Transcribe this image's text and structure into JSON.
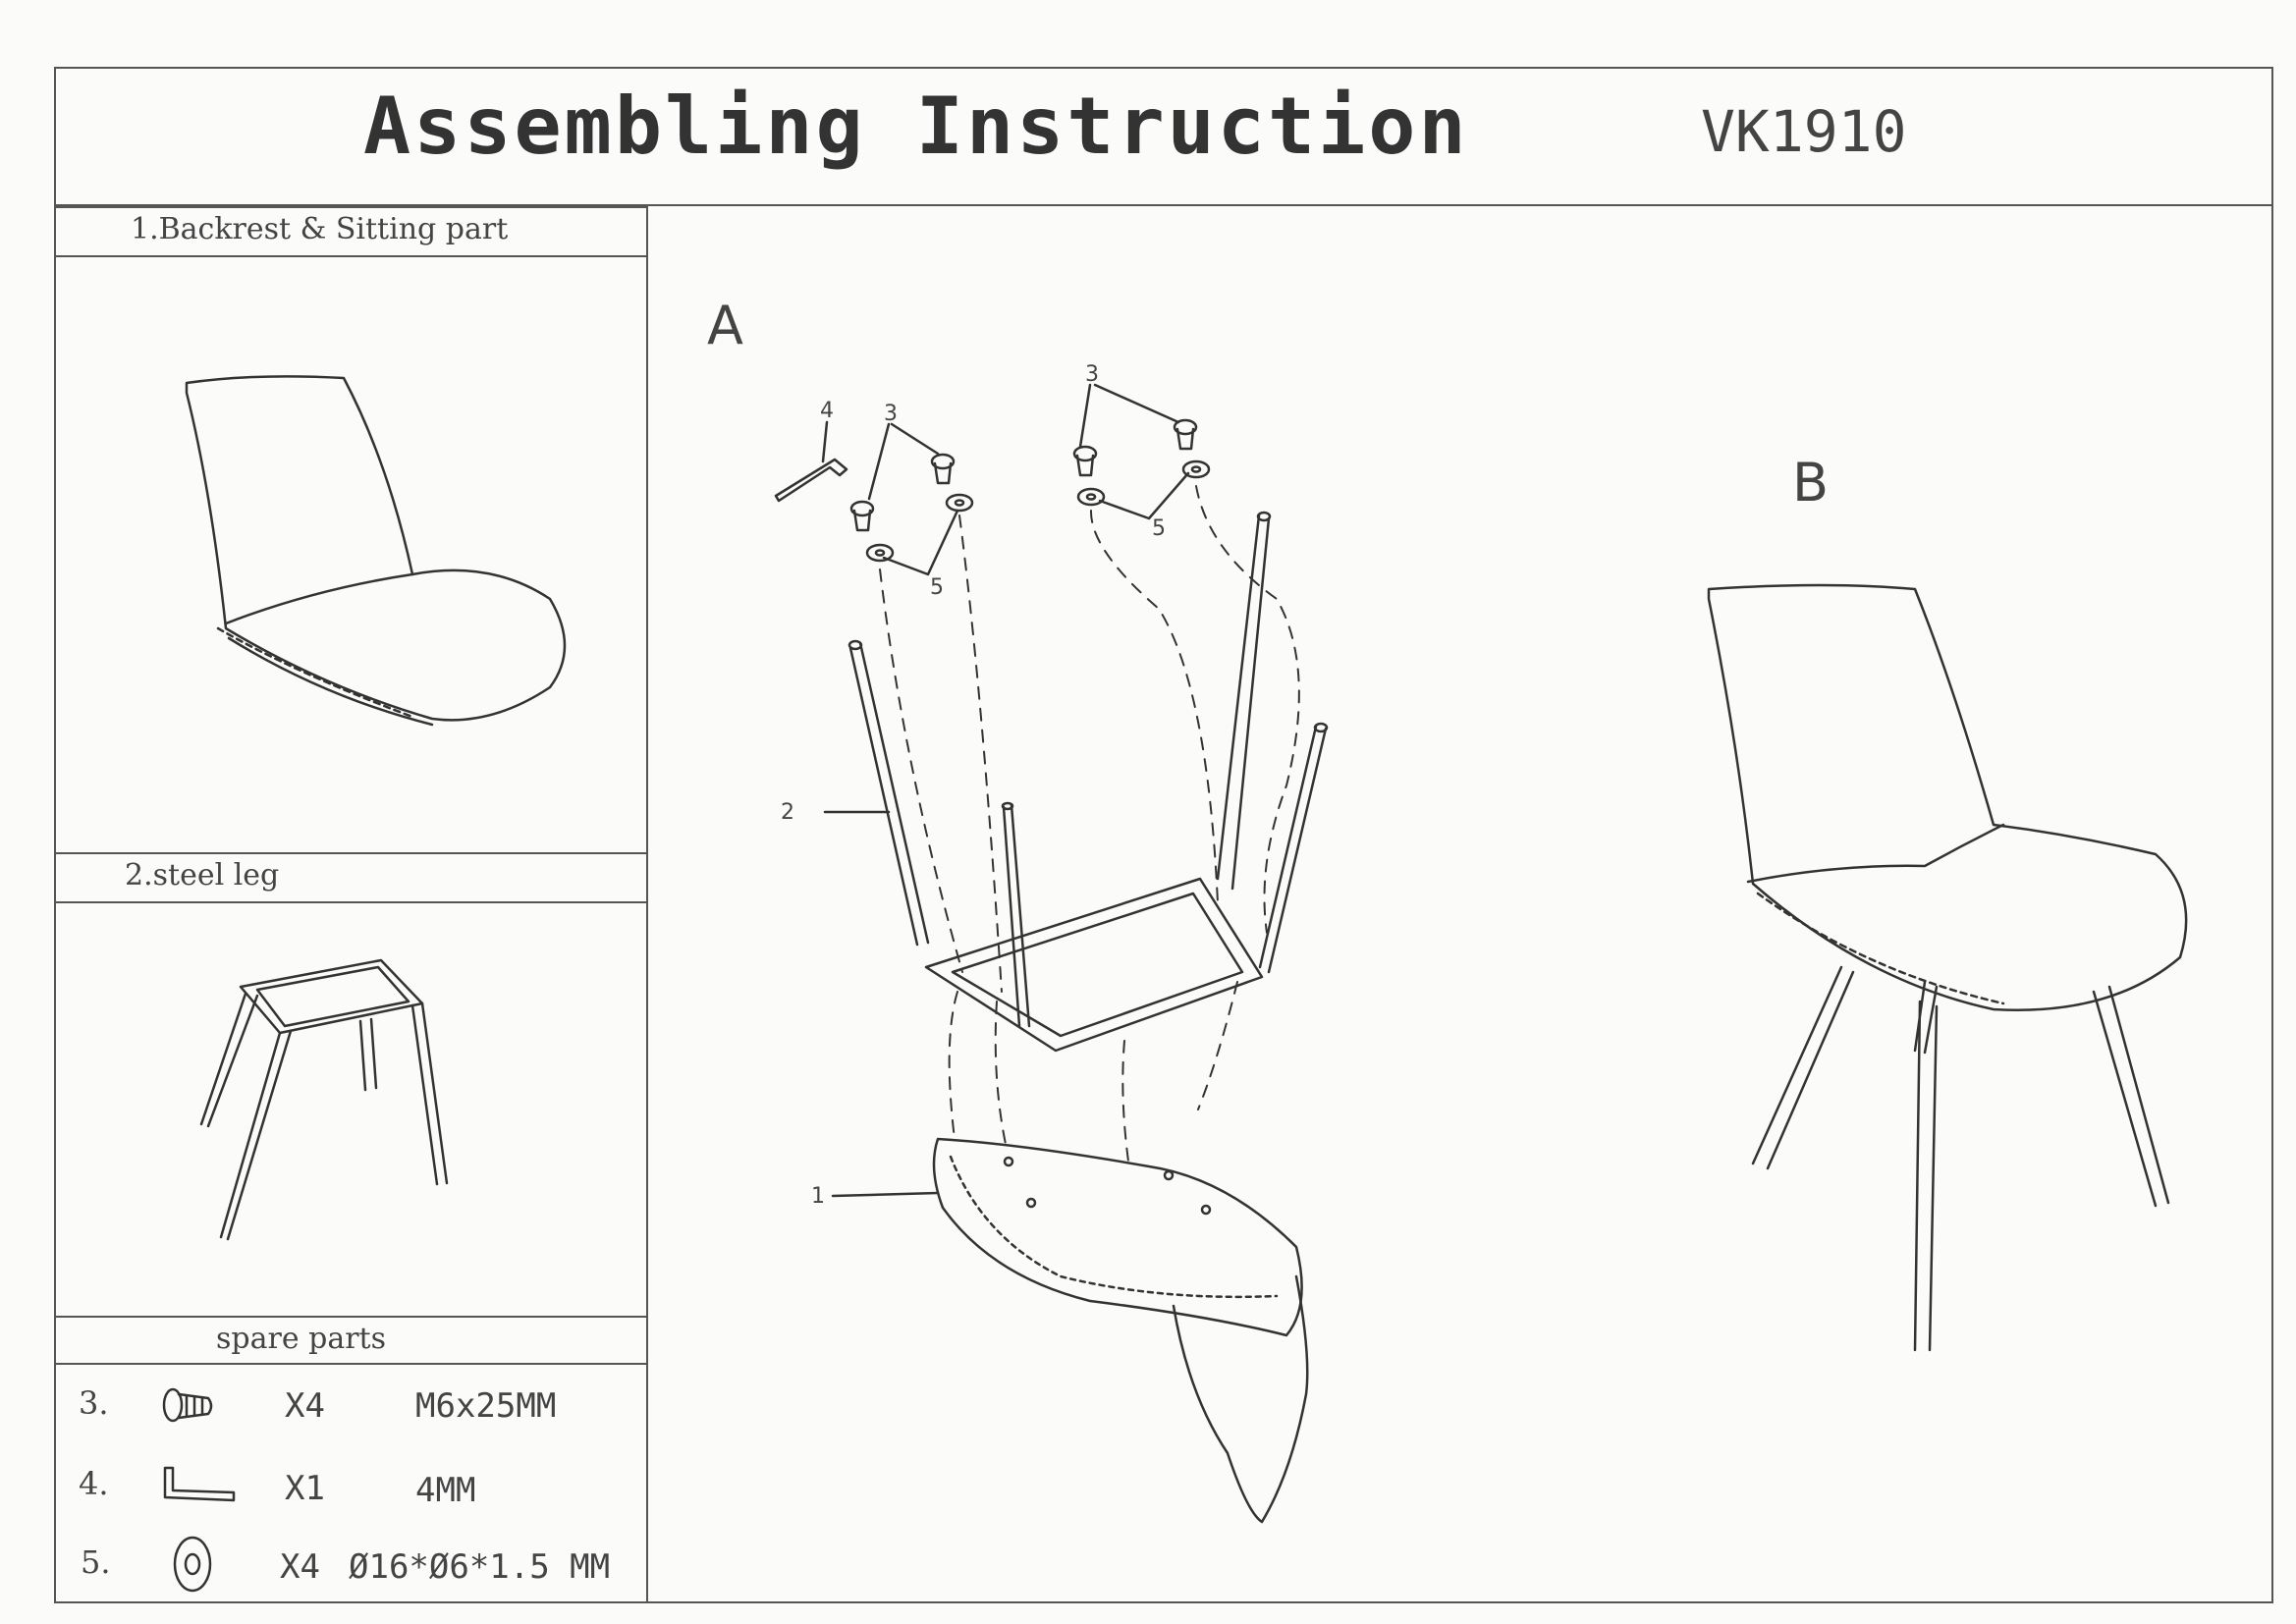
{
  "header": {
    "title": "Assembling Instruction",
    "model": "VK1910"
  },
  "sections": {
    "backrest": "1.Backrest &  Sitting part",
    "leg": "2.steel leg",
    "spare": "spare parts"
  },
  "spare_parts": [
    {
      "num": "3.",
      "icon": "bolt-icon",
      "qty": "X4",
      "spec": "M6x25MM"
    },
    {
      "num": "4.",
      "icon": "allen-key-icon",
      "qty": "X1",
      "spec": "4MM"
    },
    {
      "num": "5.",
      "icon": "washer-icon",
      "qty": "X4",
      "spec": "Ø16*Ø6*1.5 MM"
    }
  ],
  "diagram": {
    "step_a": "A",
    "step_b": "B",
    "callouts": {
      "c1": "1",
      "c2": "2",
      "c3a": "3",
      "c3b": "3",
      "c4": "4",
      "c5a": "5",
      "c5b": "5"
    }
  }
}
